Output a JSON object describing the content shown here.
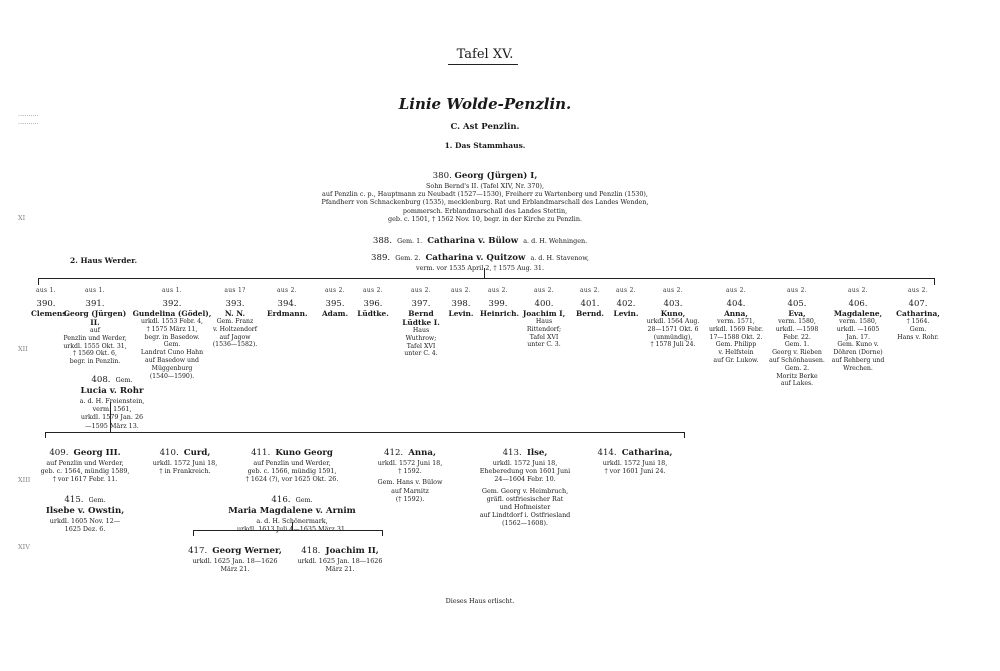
{
  "plate": "Tafel XV.",
  "margin": {
    "top1": "··········",
    "top2": "··········",
    "m1": "XI",
    "m2": "XII",
    "m3": "XIII",
    "m4": "XIV"
  },
  "title": "Linie Wolde-Penzlin.",
  "branch": "C. Ast Penzlin.",
  "subbranch": "1. Das Stammhaus.",
  "root": {
    "num": "380.",
    "name": "Georg (Jürgen) I,",
    "l1": "Sohn Bernd's II. (Tafel XIV, Nr. 370),",
    "l2": "auf Penzlin c. p., Hauptmann zu Neubadt (1527—1530), Freiherr zu Wartenberg und Penzlin (1530),",
    "l3": "Pfandherr von Schnackenburg (1535), mecklenburg. Rat und Erblandmarschall des Landes Wenden,",
    "l4": "pommersch. Erblandmarschall des Landes Stettin,",
    "l5": "geb. c. 1501, † 1562 Nov. 10, begr. in der Kirche zu Penzlin."
  },
  "spouse1": {
    "num": "388.",
    "pre": "Gem. 1.",
    "name": "Catharina v. Bülow",
    "post": "a. d. H. Wehningen."
  },
  "spouse2": {
    "num": "389.",
    "pre": "Gem. 2.",
    "name": "Catharina v. Quitzow",
    "post": "a. d. H. Stavenow,",
    "l2": "verm. vor 1535 April 2, † 1575 Aug. 31."
  },
  "haus_werder": "2. Haus Werder.",
  "aus_labels": [
    "aus 1.",
    "aus 1.",
    "aus 1.",
    "aus 1?",
    "aus 2.",
    "aus 2.",
    "aus 2.",
    "aus 2.",
    "aus 2.",
    "aus 2.",
    "aus 2.",
    "aus 2.",
    "aus 2.",
    "aus 2.",
    "aus 2.",
    "aus 2.",
    "aus 2.",
    "aus 2."
  ],
  "children": [
    {
      "num": "390.",
      "name": "Clemens.",
      "text": []
    },
    {
      "num": "391.",
      "name": "Georg (Jürgen) II.",
      "text": [
        "auf",
        "Penzlin und Werder,",
        "urkdl. 1555 Okt. 31,",
        "† 1569 Okt. 6,",
        "begr. in Penzlin."
      ]
    },
    {
      "num": "392.",
      "name": "Gundelina (Gödel),",
      "text": [
        "urkdl. 1553 Febr. 4,",
        "† 1575 März 11,",
        "begr. in Basedow.",
        "Gem.",
        "Landrat Cuno Hahn",
        "auf Basedow und",
        "Müggenburg",
        "(1540—1590)."
      ]
    },
    {
      "num": "393.",
      "name": "N. N.",
      "text": [
        "Gem. Franz",
        "v. Holtzendorf",
        "auf Jagow",
        "(1536—1582)."
      ]
    },
    {
      "num": "394.",
      "name": "Erdmann.",
      "text": []
    },
    {
      "num": "395.",
      "name": "Adam.",
      "text": []
    },
    {
      "num": "396.",
      "name": "Lüdtke.",
      "text": []
    },
    {
      "num": "397.",
      "name": "Bernd Lüdtke I.",
      "text": [
        "Haus",
        "Wuthrow;",
        "Tafel XVI",
        "unter C. 4."
      ]
    },
    {
      "num": "398.",
      "name": "Levin.",
      "text": []
    },
    {
      "num": "399.",
      "name": "Heinrich.",
      "text": []
    },
    {
      "num": "400.",
      "name": "Joachim I,",
      "text": [
        "Haus",
        "Rittendorf;",
        "Tafel XVI",
        "unter C. 3."
      ]
    },
    {
      "num": "401.",
      "name": "Bernd.",
      "text": []
    },
    {
      "num": "402.",
      "name": "Levin.",
      "text": []
    },
    {
      "num": "403.",
      "name": "Kuno,",
      "text": [
        "urkdl. 1564 Aug.",
        "28—1571 Okt. 6",
        "(unmündig),",
        "† 1578 Juli 24."
      ]
    },
    {
      "num": "404.",
      "name": "Anna,",
      "text": [
        "verm. 1571,",
        "urkdl. 1569 Febr.",
        "17—1588 Okt. 2.",
        "Gem. Philipp",
        "v. Helfstein",
        "auf Gr. Lukow."
      ]
    },
    {
      "num": "405.",
      "name": "Eva,",
      "text": [
        "verm. 1580,",
        "urkdl. —1598",
        "Febr. 22.",
        "Gem. 1.",
        "Georg v. Rieben",
        "auf Schönhausen.",
        "Gem. 2.",
        "Moritz Berke",
        "auf Lakes."
      ]
    },
    {
      "num": "406.",
      "name": "Magdalene,",
      "text": [
        "verm. 1580,",
        "urkdl. —1605",
        "Jan. 17.",
        "Gem. Kuno v.",
        "Döhren (Dorne)",
        "auf Rehberg und",
        "Wrechen."
      ]
    },
    {
      "num": "407.",
      "name": "Catharina,",
      "text": [
        "† 1564.",
        "Gem.",
        "Hans v. Rohr."
      ]
    }
  ],
  "g391_spouse": {
    "num": "408.",
    "pre": "Gem.",
    "name": "Lucia v. Rohr",
    "l1": "a. d. H. Freienstein,",
    "l2": "verm. 1561,",
    "l3": "urkdl. 1579 Jan. 26",
    "l4": "—1595 März 13."
  },
  "grand": [
    {
      "num": "409.",
      "name": "Georg III.",
      "text": [
        "auf Penzlin und Werder,",
        "geb. c. 1564, mündig 1589,",
        "† vor 1617 Febr. 11."
      ]
    },
    {
      "num": "410.",
      "name": "Curd,",
      "text": [
        "urkdl. 1572 Juni 18,",
        "† in Frankreich."
      ]
    },
    {
      "num": "411.",
      "name": "Kuno Georg",
      "text": [
        "auf Penzlin und Werder,",
        "geb. c. 1566, mündig 1591,",
        "† 1624 (?), vor 1625 Okt. 26."
      ]
    },
    {
      "num": "412.",
      "name": "Anna,",
      "text": [
        "urkdl. 1572 Juni 18,",
        "† 1592.",
        "Gem. Hans v. Bülow",
        "auf Marnitz",
        "(† 1592)."
      ]
    },
    {
      "num": "413.",
      "name": "Ilse,",
      "text": [
        "urkdl. 1572 Juni 18,",
        "Eheberedung von 1601 Juni",
        "24—1604 Febr. 10.",
        "Gem. Georg v. Heimbruch,",
        "gräfl. ostfriesischer Rat",
        "und Hofmeister",
        "auf Lindtdorf i. Ostfriesland",
        "(1562—1608)."
      ]
    },
    {
      "num": "414.",
      "name": "Catharina,",
      "text": [
        "urkdl. 1572 Juni 18,",
        "† vor 1601 Juni 24."
      ]
    }
  ],
  "g409_spouse": {
    "num": "415.",
    "pre": "Gem.",
    "name": "Ilsebe v. Owstin,",
    "l1": "urkdl. 1605 Nov. 12—",
    "l2": "1625 Dez. 6."
  },
  "g411_spouse": {
    "num": "416.",
    "pre": "Gem.",
    "name": "Maria Magdalene v. Arnim",
    "l1": "a. d. H. Schönermark,",
    "l2": "urkdl. 1613 Juli 4—1635 März 31."
  },
  "ggrand": [
    {
      "num": "417.",
      "name": "Georg Werner,",
      "text": [
        "urkdl. 1625 Jan. 18—1626",
        "März 21."
      ]
    },
    {
      "num": "418.",
      "name": "Joachim II,",
      "text": [
        "urkdl. 1625 Jan. 18—1626",
        "März 21."
      ]
    }
  ],
  "footer": "Dieses Haus erlischt."
}
